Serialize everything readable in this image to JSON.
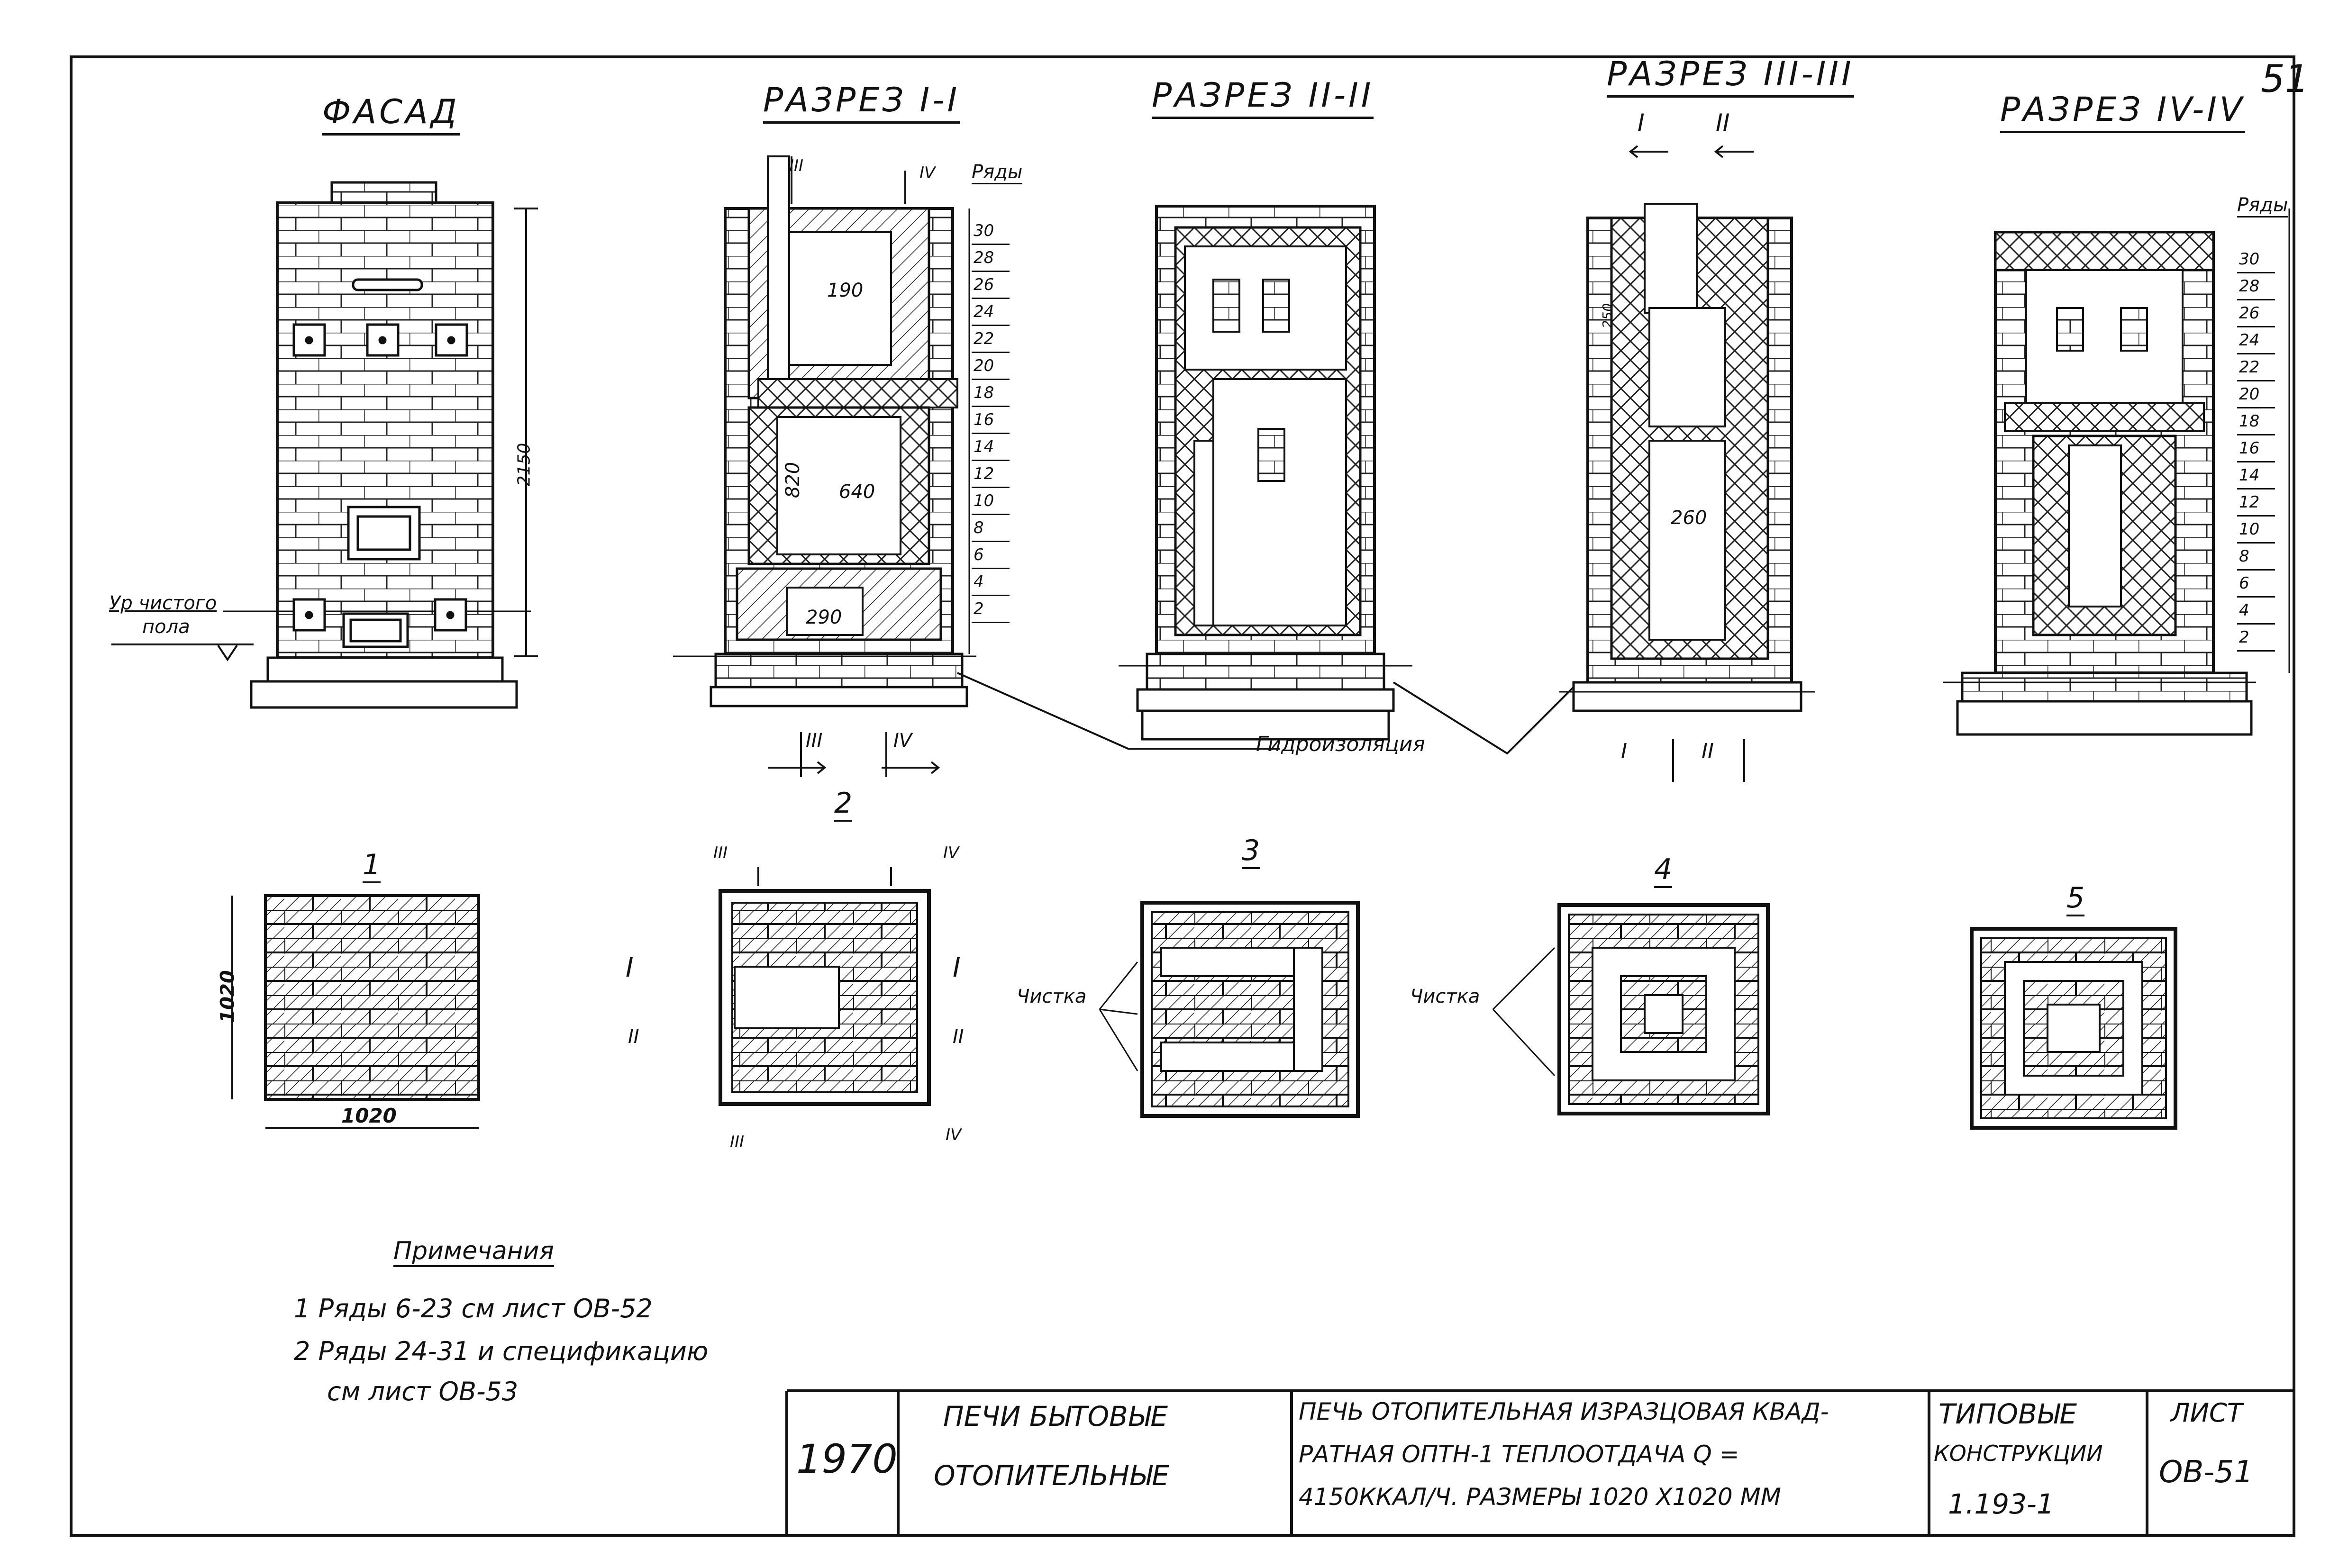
{
  "sheet_no": "51",
  "views": {
    "facade": "ФАСАД",
    "section1": "РАЗРЕЗ I-I",
    "section2": "РАЗРЕЗ II-II",
    "section3": "РАЗРЕЗ III-III",
    "section4": "РАЗРЕЗ IV-IV"
  },
  "rows_label": "Ряды",
  "rows_numbers_1": [
    "30",
    "28",
    "26",
    "24",
    "22",
    "20",
    "18",
    "16",
    "14",
    "12",
    "10",
    "8",
    "6",
    "4",
    "2"
  ],
  "rows_numbers_4": [
    "30",
    "28",
    "26",
    "24",
    "22",
    "20",
    "18",
    "16",
    "14",
    "12",
    "10",
    "8",
    "6",
    "4",
    "2"
  ],
  "dimensions": {
    "height_2150": "2150",
    "d190": "190",
    "d820": "820",
    "d640": "640",
    "d290": "290",
    "d260": "260",
    "d1020_v": "1020",
    "d1020_h": "1020",
    "d250": "250"
  },
  "floor_label_1": "Ур чистого",
  "floor_label_2": "пола",
  "waterproofing": "Гидроизоляция",
  "cleaning_1": "Чистка",
  "cleaning_2": "Чистка",
  "plan_numbers": [
    "1",
    "2",
    "3",
    "4",
    "5"
  ],
  "cut_marks": {
    "I": "I",
    "II": "II",
    "III": "III",
    "IV": "IV"
  },
  "notes": {
    "heading": "Примечания",
    "line1": "1 Ряды  6-23 см лист ОВ-52",
    "line2": "2 Ряды  24-31 и спецификацию",
    "line3": "см лист ОВ-53"
  },
  "title_block": {
    "year": "1970",
    "category_line1": "ПЕЧИ БЫТОВЫЕ",
    "category_line2": "ОТОПИТЕЛЬНЫЕ",
    "desc_line1": "ПЕЧЬ ОТОПИТЕЛЬНАЯ ИЗРАЗЦОВАЯ КВАД-",
    "desc_line2": "РАТНАЯ ОПТН-1 ТЕПЛООТДАЧА Q =",
    "desc_line3": "4150ККАЛ/Ч. РАЗМЕРЫ 1020 Х1020 ММ",
    "series_line1": "ТИПОВЫЕ",
    "series_line2": "КОНСТРУКЦИИ",
    "series_line3": "1.193-1",
    "sheet_label": "ЛИСТ",
    "sheet_code": "ОВ-51"
  }
}
